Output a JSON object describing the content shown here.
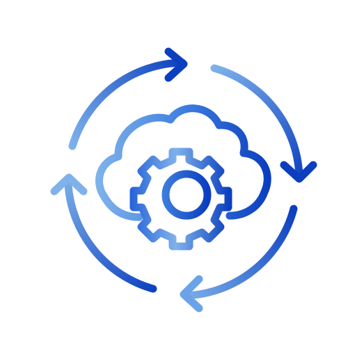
{
  "icon": {
    "semantic": "cloud-gear-sync-icon",
    "parts": [
      "refresh-cycle-arrows",
      "cloud-outline",
      "gear-outline"
    ]
  },
  "colors": {
    "background": "#ffffff",
    "stroke_dark": "#0b3fbf",
    "stroke_mid": "#2a66d9",
    "stroke_light": "#7fb2ea"
  }
}
